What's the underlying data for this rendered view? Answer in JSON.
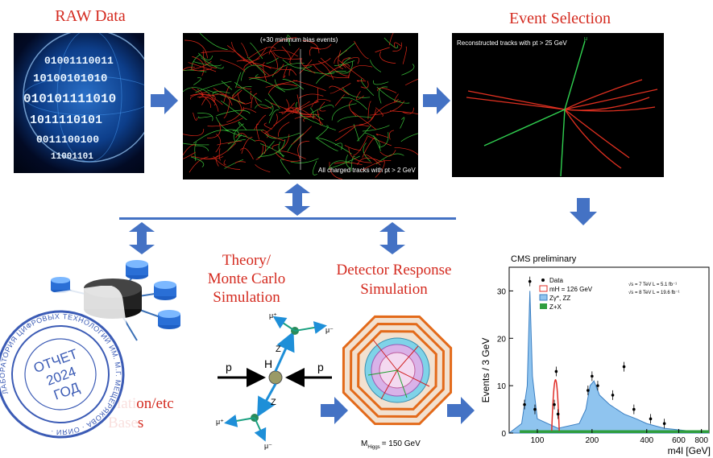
{
  "titles": {
    "raw": "RAW Data",
    "event": "Event Selection",
    "theory_l1": "Theory/",
    "theory_l2": "Monte Carlo",
    "theory_l3": "Simulation",
    "detector_l1": "Detector Response",
    "detector_l2": "Simulation",
    "sim_l1": "lation/etc",
    "sim_l2": "Bases"
  },
  "panels": {
    "raw_bits": [
      "01001110011",
      "10100101010",
      "010101111010",
      "1011110101",
      "0011100100",
      "11001101"
    ],
    "event_display_top": "(+30 minimum bias events)",
    "event_display_bottom": "All charged tracks with pt > 2 GeV",
    "selection_caption": "Reconstructed tracks with pt > 25 GeV",
    "selection_mu": "μ"
  },
  "feynman": {
    "p_left": "p",
    "p_right": "p",
    "higgs": "H",
    "z_top": "Z",
    "z_bottom": "Z",
    "mu_plus_top": "μ⁺",
    "mu_minus_top": "μ⁻",
    "mu_plus_bottom": "μ⁺",
    "mu_minus_bottom": "μ⁻"
  },
  "detector": {
    "mass_label": "M",
    "mass_sub": "Higgs",
    "mass_value": "= 150 GeV"
  },
  "stamp": {
    "ring_text": "ЛАБОРАТОРИЯ ЦИФРОВЫХ ТЕХНОЛОГИЙ ИМ. М.Г. МЕЩЕРЯКОВА · ОИЯИ ·",
    "line1": "ОТЧЕТ",
    "line2": "2024",
    "line3": "ГОД",
    "color": "#3b5bb5"
  },
  "chart_data": {
    "type": "histogram",
    "title": "CMS preliminary",
    "xlabel": "m4l [GeV]",
    "ylabel": "Events / 3 GeV",
    "xlim": [
      70,
      880
    ],
    "ylim": [
      0,
      35
    ],
    "xticks": [
      100,
      200,
      400,
      600,
      800
    ],
    "yticks": [
      0,
      10,
      20,
      30
    ],
    "legend_position": "top-center",
    "legend": [
      "Data",
      "mH = 126 GeV",
      "Zγ*, ZZ",
      "Z+X"
    ],
    "lumi_lines": [
      "√s = 7 TeV  L = 5.1 fb⁻¹",
      "√s = 8 TeV  L = 19.6 fb⁻¹"
    ],
    "colors": {
      "signal": "#e0302a",
      "zz": "#8fc4ef",
      "zx": "#2f9e3f",
      "data": "#000000"
    },
    "bin_width_gev": 3,
    "zz_centers": [
      82,
      88,
      91,
      94,
      100,
      130,
      170,
      185,
      195,
      205,
      220,
      250,
      300,
      350,
      400,
      500
    ],
    "zz_values": [
      2,
      10,
      30,
      12,
      3,
      1,
      2,
      5,
      10,
      11,
      8,
      6,
      4,
      3,
      2,
      1
    ],
    "signal_peak": {
      "mass": 126,
      "height": 11
    },
    "data_points": [
      {
        "x": 85,
        "y": 6
      },
      {
        "x": 91,
        "y": 32
      },
      {
        "x": 97,
        "y": 5
      },
      {
        "x": 124,
        "y": 6
      },
      {
        "x": 127,
        "y": 13
      },
      {
        "x": 130,
        "y": 4
      },
      {
        "x": 190,
        "y": 9
      },
      {
        "x": 200,
        "y": 12
      },
      {
        "x": 215,
        "y": 10
      },
      {
        "x": 260,
        "y": 8
      },
      {
        "x": 300,
        "y": 14
      },
      {
        "x": 340,
        "y": 5
      },
      {
        "x": 420,
        "y": 3
      },
      {
        "x": 500,
        "y": 2
      }
    ]
  }
}
